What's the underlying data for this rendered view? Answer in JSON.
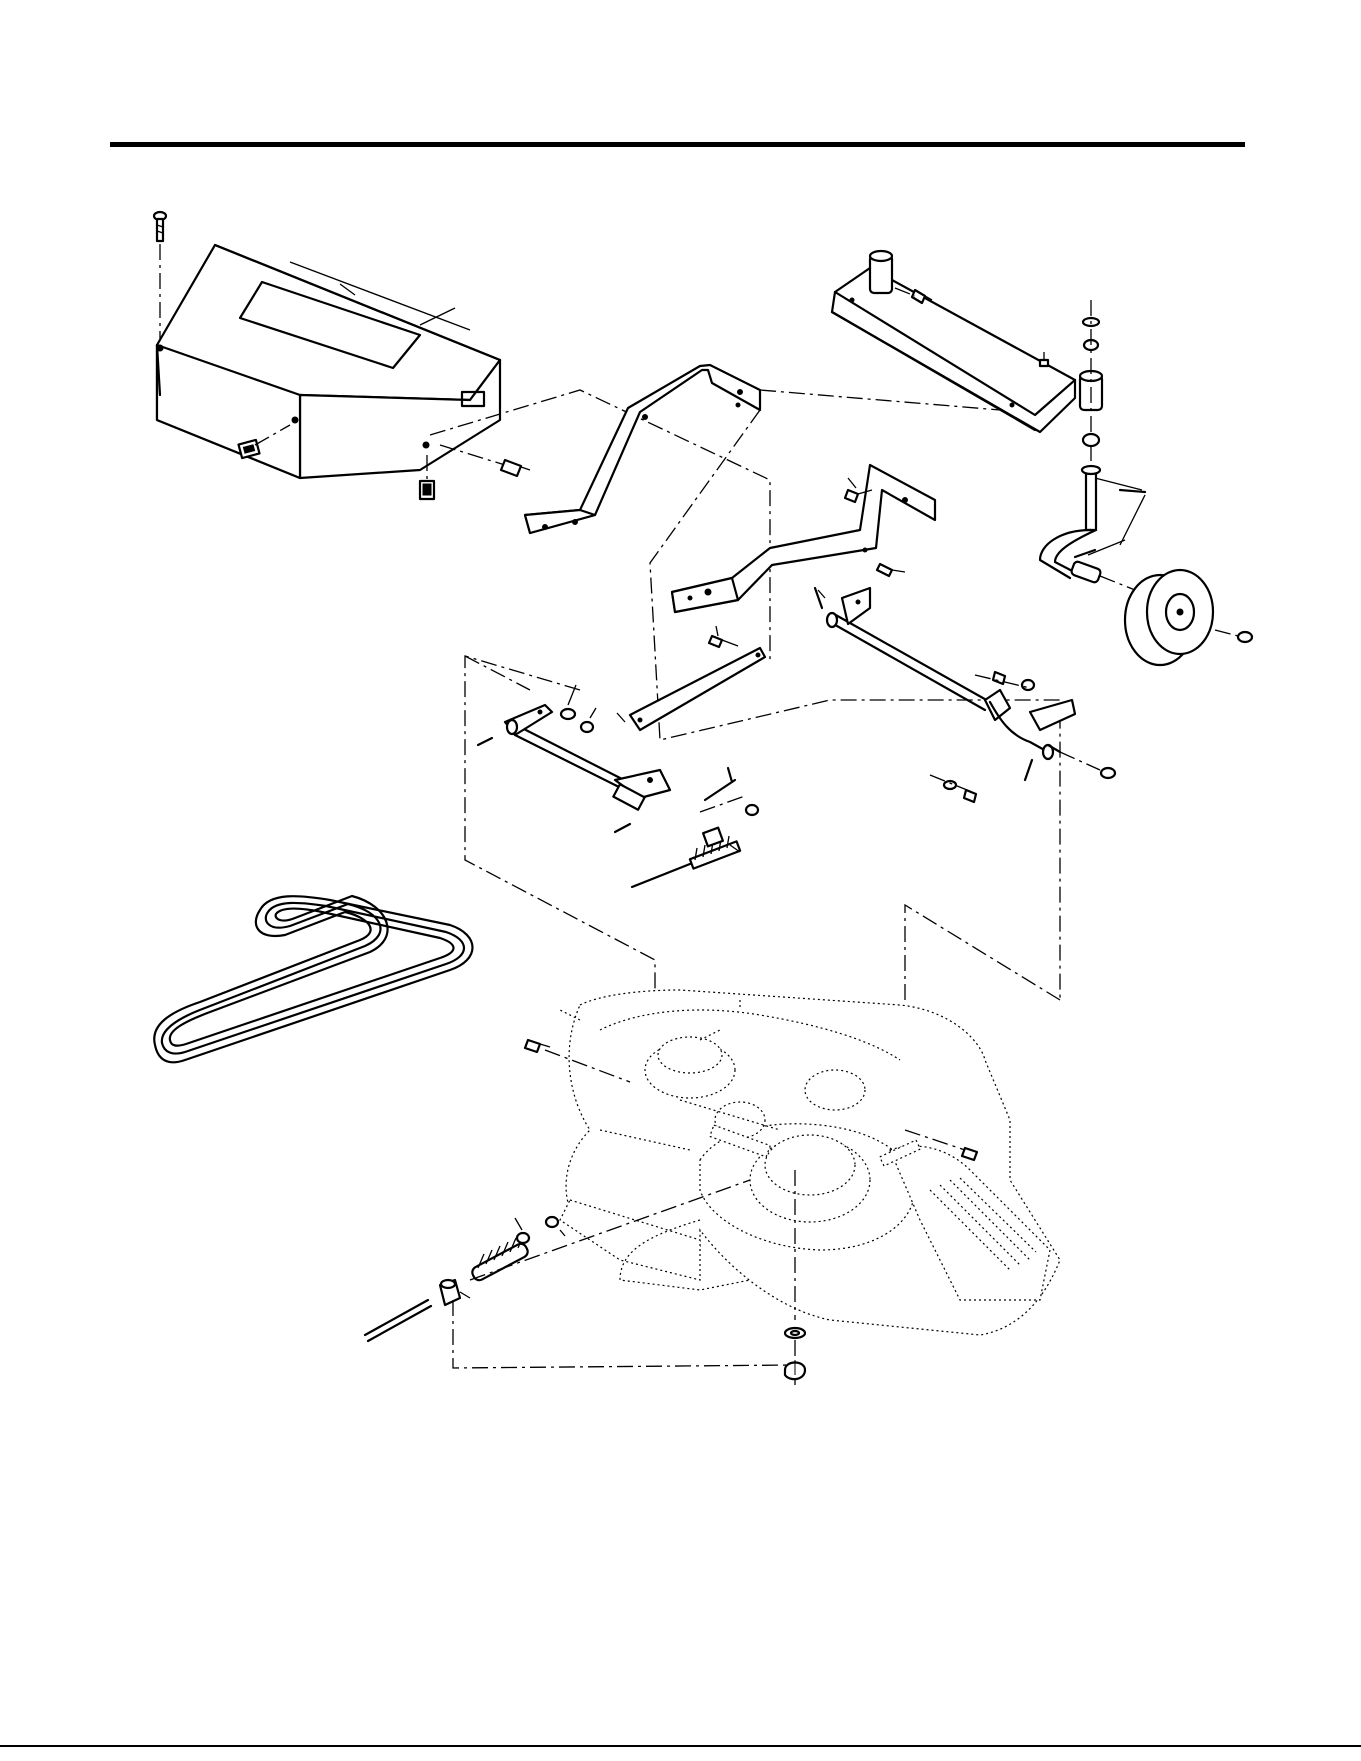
{
  "page": {
    "background": "#ffffff",
    "ink": "#000000"
  },
  "diagram": {
    "parts": [
      "cover-bolt",
      "deck-cover",
      "cover-decal",
      "cover-clip",
      "front-hanger-bracket",
      "u-bracket-front",
      "u-bracket-rear",
      "gauge-wheel-arm",
      "gauge-wheel",
      "front-lift-shaft",
      "rear-lift-shaft",
      "link-bar",
      "adjuster-rod",
      "drive-belt",
      "mower-deck",
      "spring-rod",
      "tension-spring"
    ]
  }
}
